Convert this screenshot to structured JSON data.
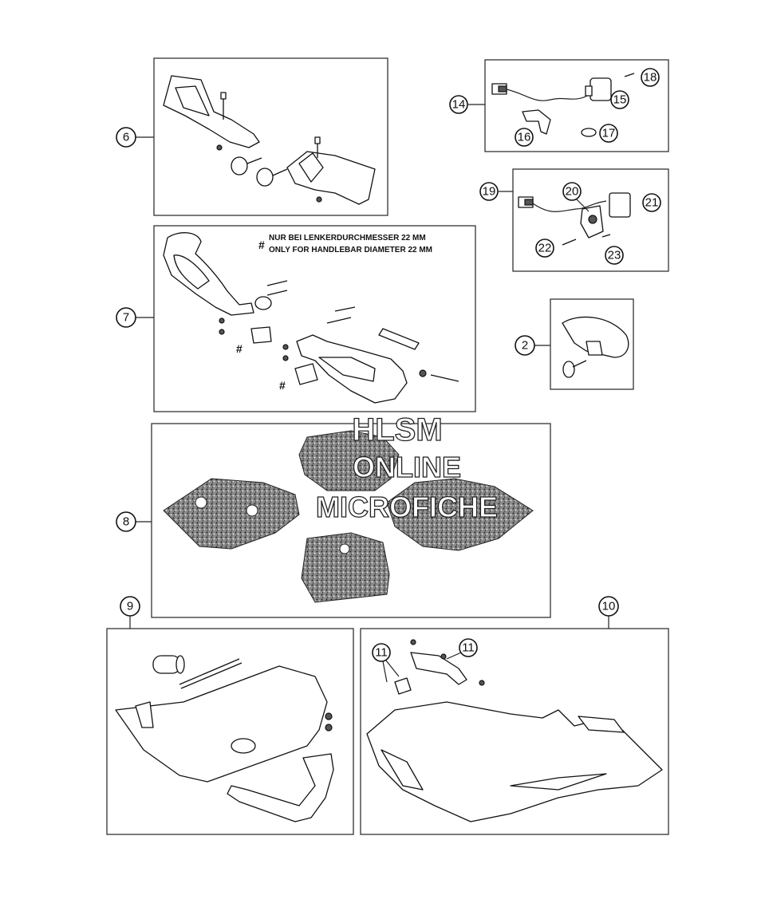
{
  "note": {
    "hash_symbol": "#",
    "line_de": "NUR BEI LENKERDURCHMESSER 22 MM",
    "line_en": "ONLY FOR HANDLEBAR DIAMETER 22 MM"
  },
  "hash_marks": [
    "#",
    "#"
  ],
  "watermark": {
    "line1": "HLSM",
    "line2": "ONLINE",
    "line3": "MICROFICHE"
  },
  "callouts": [
    {
      "id": "c6",
      "label": "6"
    },
    {
      "id": "c7",
      "label": "7"
    },
    {
      "id": "c8",
      "label": "8"
    },
    {
      "id": "c9",
      "label": "9"
    },
    {
      "id": "c10",
      "label": "10"
    },
    {
      "id": "c11a",
      "label": "11"
    },
    {
      "id": "c11b",
      "label": "11"
    },
    {
      "id": "c14",
      "label": "14"
    },
    {
      "id": "c15",
      "label": "15"
    },
    {
      "id": "c16",
      "label": "16"
    },
    {
      "id": "c17",
      "label": "17"
    },
    {
      "id": "c18",
      "label": "18"
    },
    {
      "id": "c19",
      "label": "19"
    },
    {
      "id": "c20",
      "label": "20"
    },
    {
      "id": "c21",
      "label": "21"
    },
    {
      "id": "c22",
      "label": "22"
    },
    {
      "id": "c23",
      "label": "23"
    },
    {
      "id": "c2",
      "label": "2"
    }
  ]
}
